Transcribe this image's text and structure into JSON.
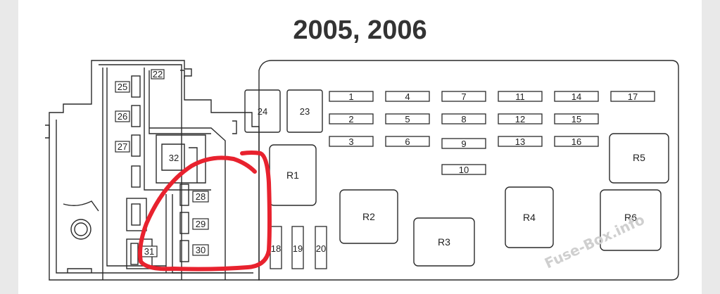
{
  "title": "2005, 2006",
  "watermark": "Fuse-Box.info",
  "colors": {
    "highlight": "#e8222e",
    "outline": "#2a2a2a",
    "watermark": "#cfcfcf"
  },
  "left_block": {
    "fuses": [
      "22",
      "25",
      "26",
      "27",
      "31",
      "32",
      "28",
      "29",
      "30"
    ]
  },
  "main_block": {
    "fuses_row1": [
      "1",
      "4",
      "7",
      "11",
      "14",
      "17"
    ],
    "fuses_row2": [
      "2",
      "5",
      "8",
      "12",
      "15"
    ],
    "fuses_row3": [
      "3",
      "6",
      "9",
      "13",
      "16"
    ],
    "fuse_extra": "10",
    "big_fuses": [
      "24",
      "23"
    ],
    "relays": [
      "R1",
      "R2",
      "R3",
      "R4",
      "R5",
      "R6"
    ],
    "small_vertical": [
      "18",
      "19",
      "20"
    ]
  }
}
